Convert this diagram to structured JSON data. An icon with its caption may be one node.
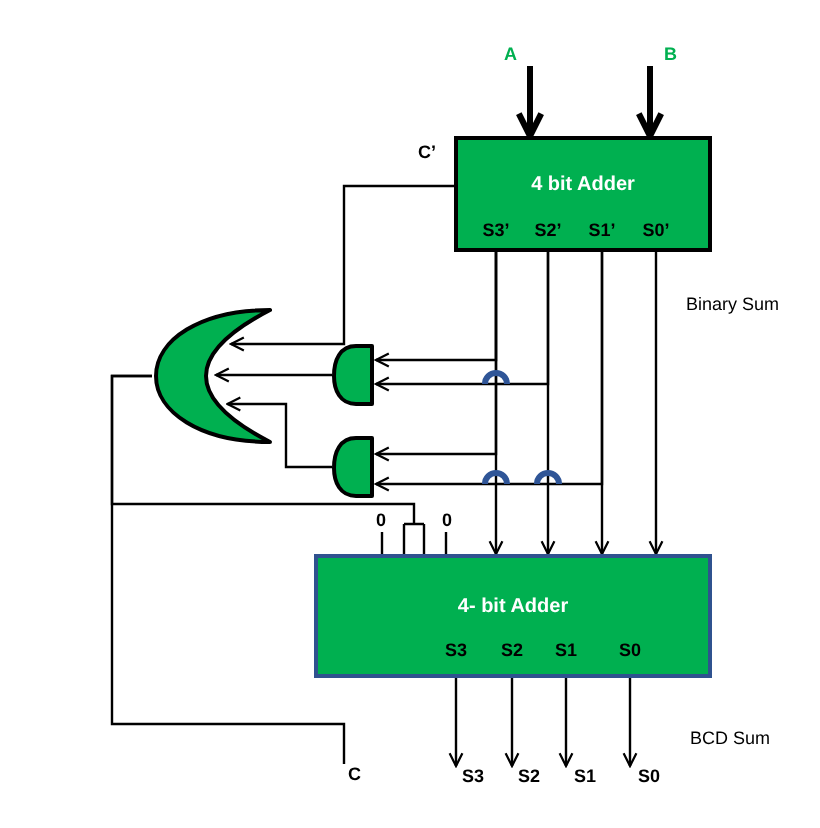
{
  "diagram": {
    "nodes": [
      {
        "text": [
          "A"
        ]
      },
      {
        "text": [
          "B"
        ]
      },
      {
        "text": [
          "4 bit Adder"
        ]
      },
      {
        "text": [
          "S3’"
        ],
        "in": 2
      },
      {
        "text": [
          "S2’"
        ],
        "in": 2
      },
      {
        "text": [
          "S1’"
        ],
        "in": 2
      },
      {
        "text": [
          "S0’"
        ],
        "in": 2
      },
      {
        "text": [],
        "shape": "or-gate"
      },
      {
        "text": [],
        "shape": "and-gate"
      },
      {
        "text": [],
        "shape": "and-gate"
      },
      {
        "text": [
          "0"
        ]
      },
      {
        "text": [
          "0"
        ]
      },
      {
        "text": [
          "4- bit Adder"
        ]
      },
      {
        "text": [
          "S3"
        ],
        "in": 12
      },
      {
        "text": [
          "S2"
        ],
        "in": 12
      },
      {
        "text": [
          "S1"
        ],
        "in": 12
      },
      {
        "text": [
          "S0"
        ],
        "in": 12
      },
      {
        "text": [
          "C"
        ]
      },
      {
        "text": [
          "S3"
        ]
      },
      {
        "text": [
          "S2"
        ]
      },
      {
        "text": [
          "S1"
        ]
      },
      {
        "text": [
          "S0"
        ]
      }
    ],
    "edges": [
      {
        "from": 0,
        "to": 2,
        "arrow": "to",
        "style": "thick"
      },
      {
        "from": 1,
        "to": 2,
        "arrow": "to",
        "style": "thick"
      },
      {
        "from": 2,
        "to": 7,
        "arrow": "to",
        "label": "C’"
      },
      {
        "from": 3,
        "to": 12,
        "arrow": "to"
      },
      {
        "from": 4,
        "to": 12,
        "arrow": "to"
      },
      {
        "from": 5,
        "to": 12,
        "arrow": "to"
      },
      {
        "from": 6,
        "to": 12,
        "arrow": "to"
      },
      {
        "from": 3,
        "to": 8,
        "arrow": "to"
      },
      {
        "from": 4,
        "to": 8,
        "arrow": "to"
      },
      {
        "from": 3,
        "to": 9,
        "arrow": "to"
      },
      {
        "from": 5,
        "to": 9,
        "arrow": "to"
      },
      {
        "from": 8,
        "to": 7,
        "arrow": "to"
      },
      {
        "from": 9,
        "to": 7,
        "arrow": "to"
      },
      {
        "from": 7,
        "to": 12,
        "arrow": "none"
      },
      {
        "from": 7,
        "to": 17,
        "arrow": "none"
      },
      {
        "from": 10,
        "to": 12,
        "arrow": "none"
      },
      {
        "from": 11,
        "to": 12,
        "arrow": "none"
      },
      {
        "from": 13,
        "to": 18,
        "arrow": "to"
      },
      {
        "from": 14,
        "to": 19,
        "arrow": "to"
      },
      {
        "from": 15,
        "to": 20,
        "arrow": "to"
      },
      {
        "from": 16,
        "to": 21,
        "arrow": "to"
      }
    ],
    "labels": [
      "Binary Sum",
      "BCD Sum"
    ]
  }
}
